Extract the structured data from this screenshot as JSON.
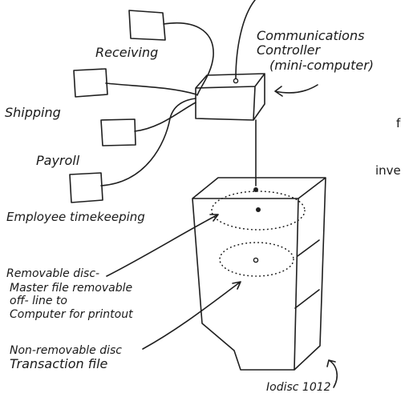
{
  "labels": {
    "receiving": "Receiving",
    "shipping": "Shipping",
    "payroll": "Payroll",
    "employee_timekeeping": "Employee timekeeping",
    "controller_line1": "Communications",
    "controller_line2": "Controller",
    "controller_line3": "(mini-computer)",
    "removable_disc_line1": "Removable disc-",
    "removable_disc_line2": "Master file removable",
    "removable_disc_line3": "off- line to",
    "removable_disc_line4": "Computer for printout",
    "nonremovable_line1": "Non-removable disc",
    "nonremovable_line2": "Transaction file",
    "iodisc": "Iodisc 1012",
    "cut_text_f": "f",
    "cut_text_inve": "inve"
  }
}
